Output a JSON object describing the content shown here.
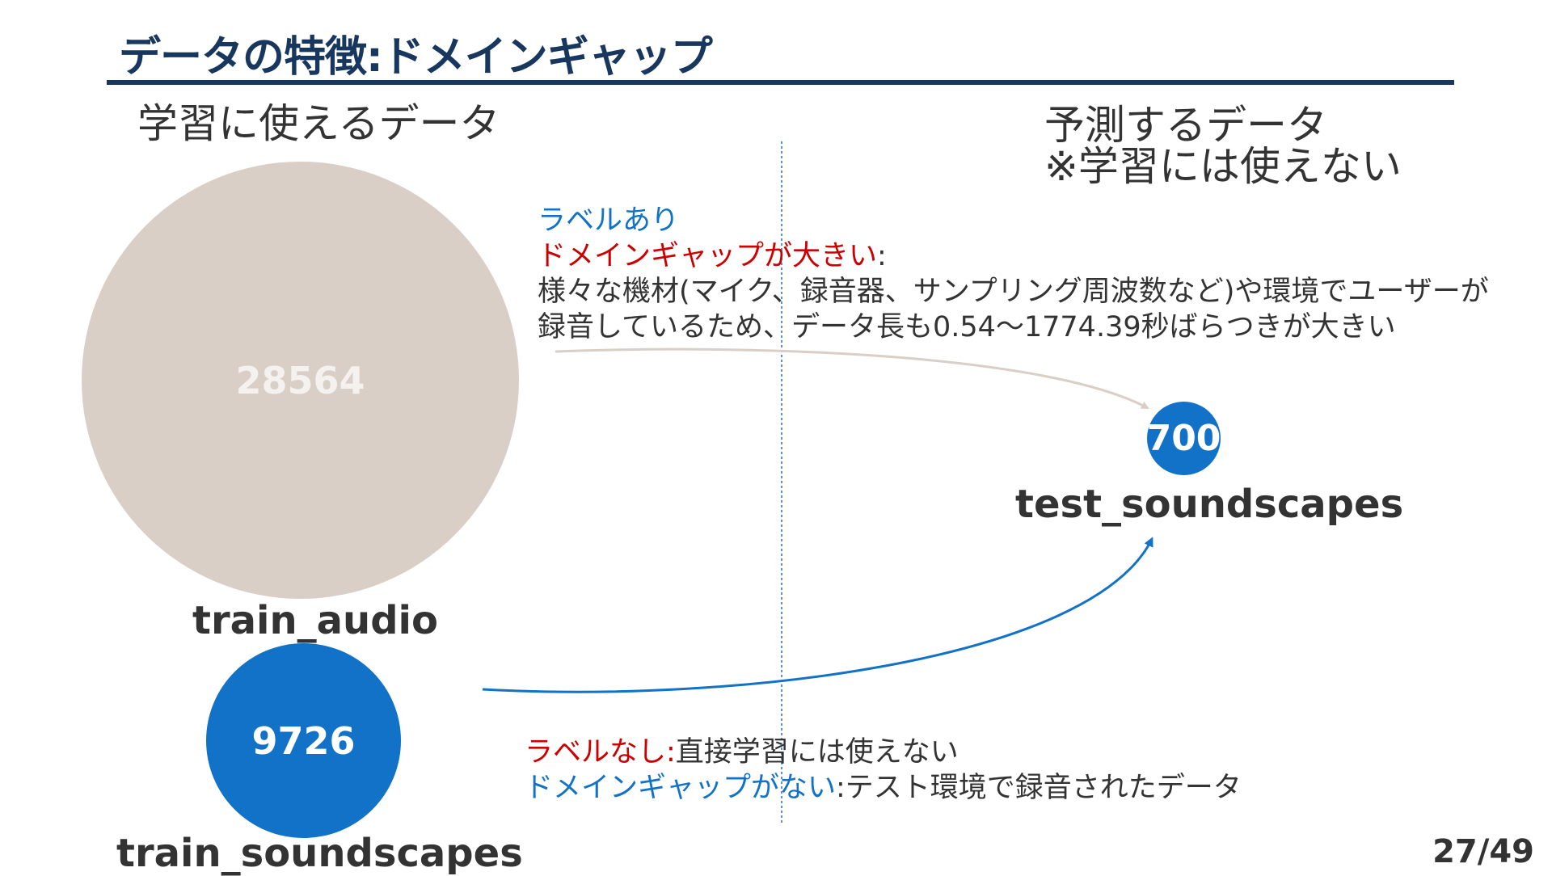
{
  "title": "データの特徴:ドメインギャップ",
  "left_heading": "学習に使えるデータ",
  "right_heading": {
    "line1": "予測するデータ",
    "line2": "※学習には使えない"
  },
  "train_audio": {
    "count": "28564",
    "label": "train_audio"
  },
  "train_soundscapes": {
    "count": "9726",
    "label": "train_soundscapes"
  },
  "test_soundscapes": {
    "count": "700",
    "label": "test_soundscapes"
  },
  "upper_note": {
    "line1": "ラベルあり",
    "line2_emph": "ドメインギャップが大きい",
    "line2_rest": ":",
    "line3": "様々な機材(マイク、録音器、サンプリング周波数など)や環境でユーザーが",
    "line4": "録音しているため、データ長も0.54～1774.39秒ばらつきが大きい"
  },
  "lower_note": {
    "line1_emph": "ラベルなし:",
    "line1_rest": "直接学習には使えない",
    "line2_emph": "ドメインギャップがない",
    "line2_rest": ":テスト環境で録音されたデータ"
  },
  "page_number": "27/49",
  "colors": {
    "title": "#17375e",
    "accent_blue": "#1272c8",
    "accent_red": "#cc0000",
    "train_audio_fill": "#d9cfc7",
    "divider": "#5b8fd0"
  }
}
